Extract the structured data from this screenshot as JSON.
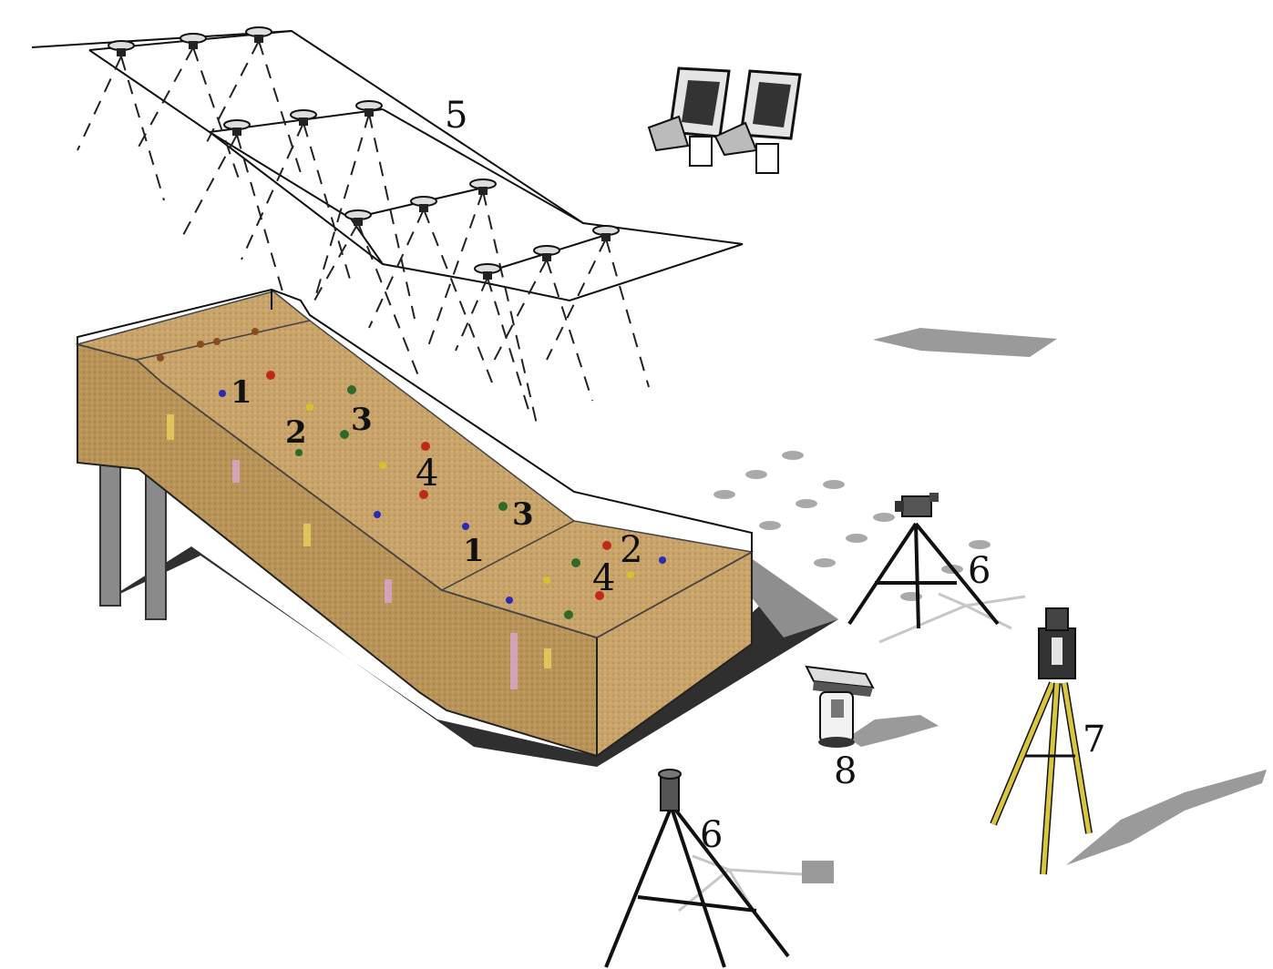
{
  "labels": {
    "camera_array": "5",
    "target_1a": "1",
    "target_2a": "2",
    "target_3a": "3",
    "target_4a": "4",
    "target_3b": "3",
    "target_1b": "1",
    "target_2b": "2",
    "target_4b": "4",
    "video_camera_a": "6",
    "video_camera_b": "6",
    "total_station": "7",
    "laser_scanner": "8"
  },
  "colors": {
    "soil": "#c9a46a",
    "soil_dark": "#b08a52",
    "flume_shadow": "#2f2f2f",
    "ground_shadow": "#9a9a9a",
    "tripod_yellow": "#d9c640",
    "target_blue": "#2a2ab8",
    "target_red": "#c0281c",
    "target_green": "#2f6a2a",
    "target_yellow": "#d8c22c"
  }
}
